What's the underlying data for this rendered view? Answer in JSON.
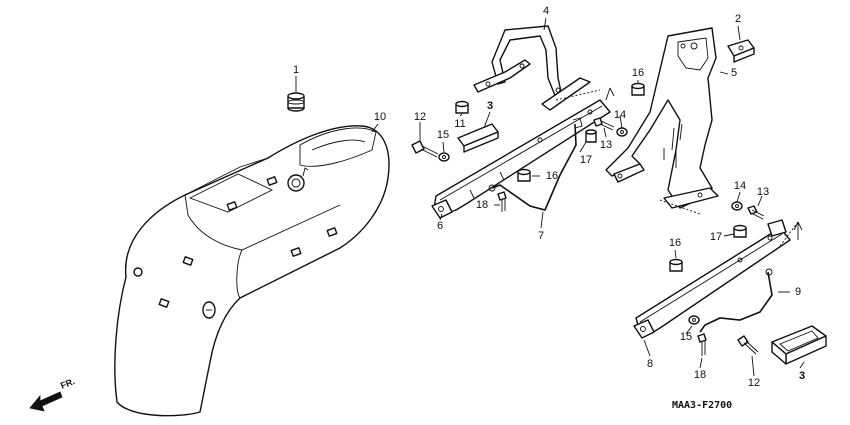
{
  "diagram": {
    "code": "MAA3-F2700",
    "front_label": "FR.",
    "callouts": {
      "c1": "1",
      "c2": "2",
      "c3a": "3",
      "c3b": "3",
      "c4": "4",
      "c5": "5",
      "c6": "6",
      "c7": "7",
      "c8": "8",
      "c9": "9",
      "c10": "10",
      "c11": "11",
      "c12a": "12",
      "c12b": "12",
      "c13a": "13",
      "c13b": "13",
      "c14a": "14",
      "c14b": "14",
      "c15a": "15",
      "c15b": "15",
      "c16a": "16",
      "c16b": "16",
      "c16c": "16",
      "c17a": "17",
      "c17b": "17",
      "c18a": "18",
      "c18b": "18"
    }
  }
}
